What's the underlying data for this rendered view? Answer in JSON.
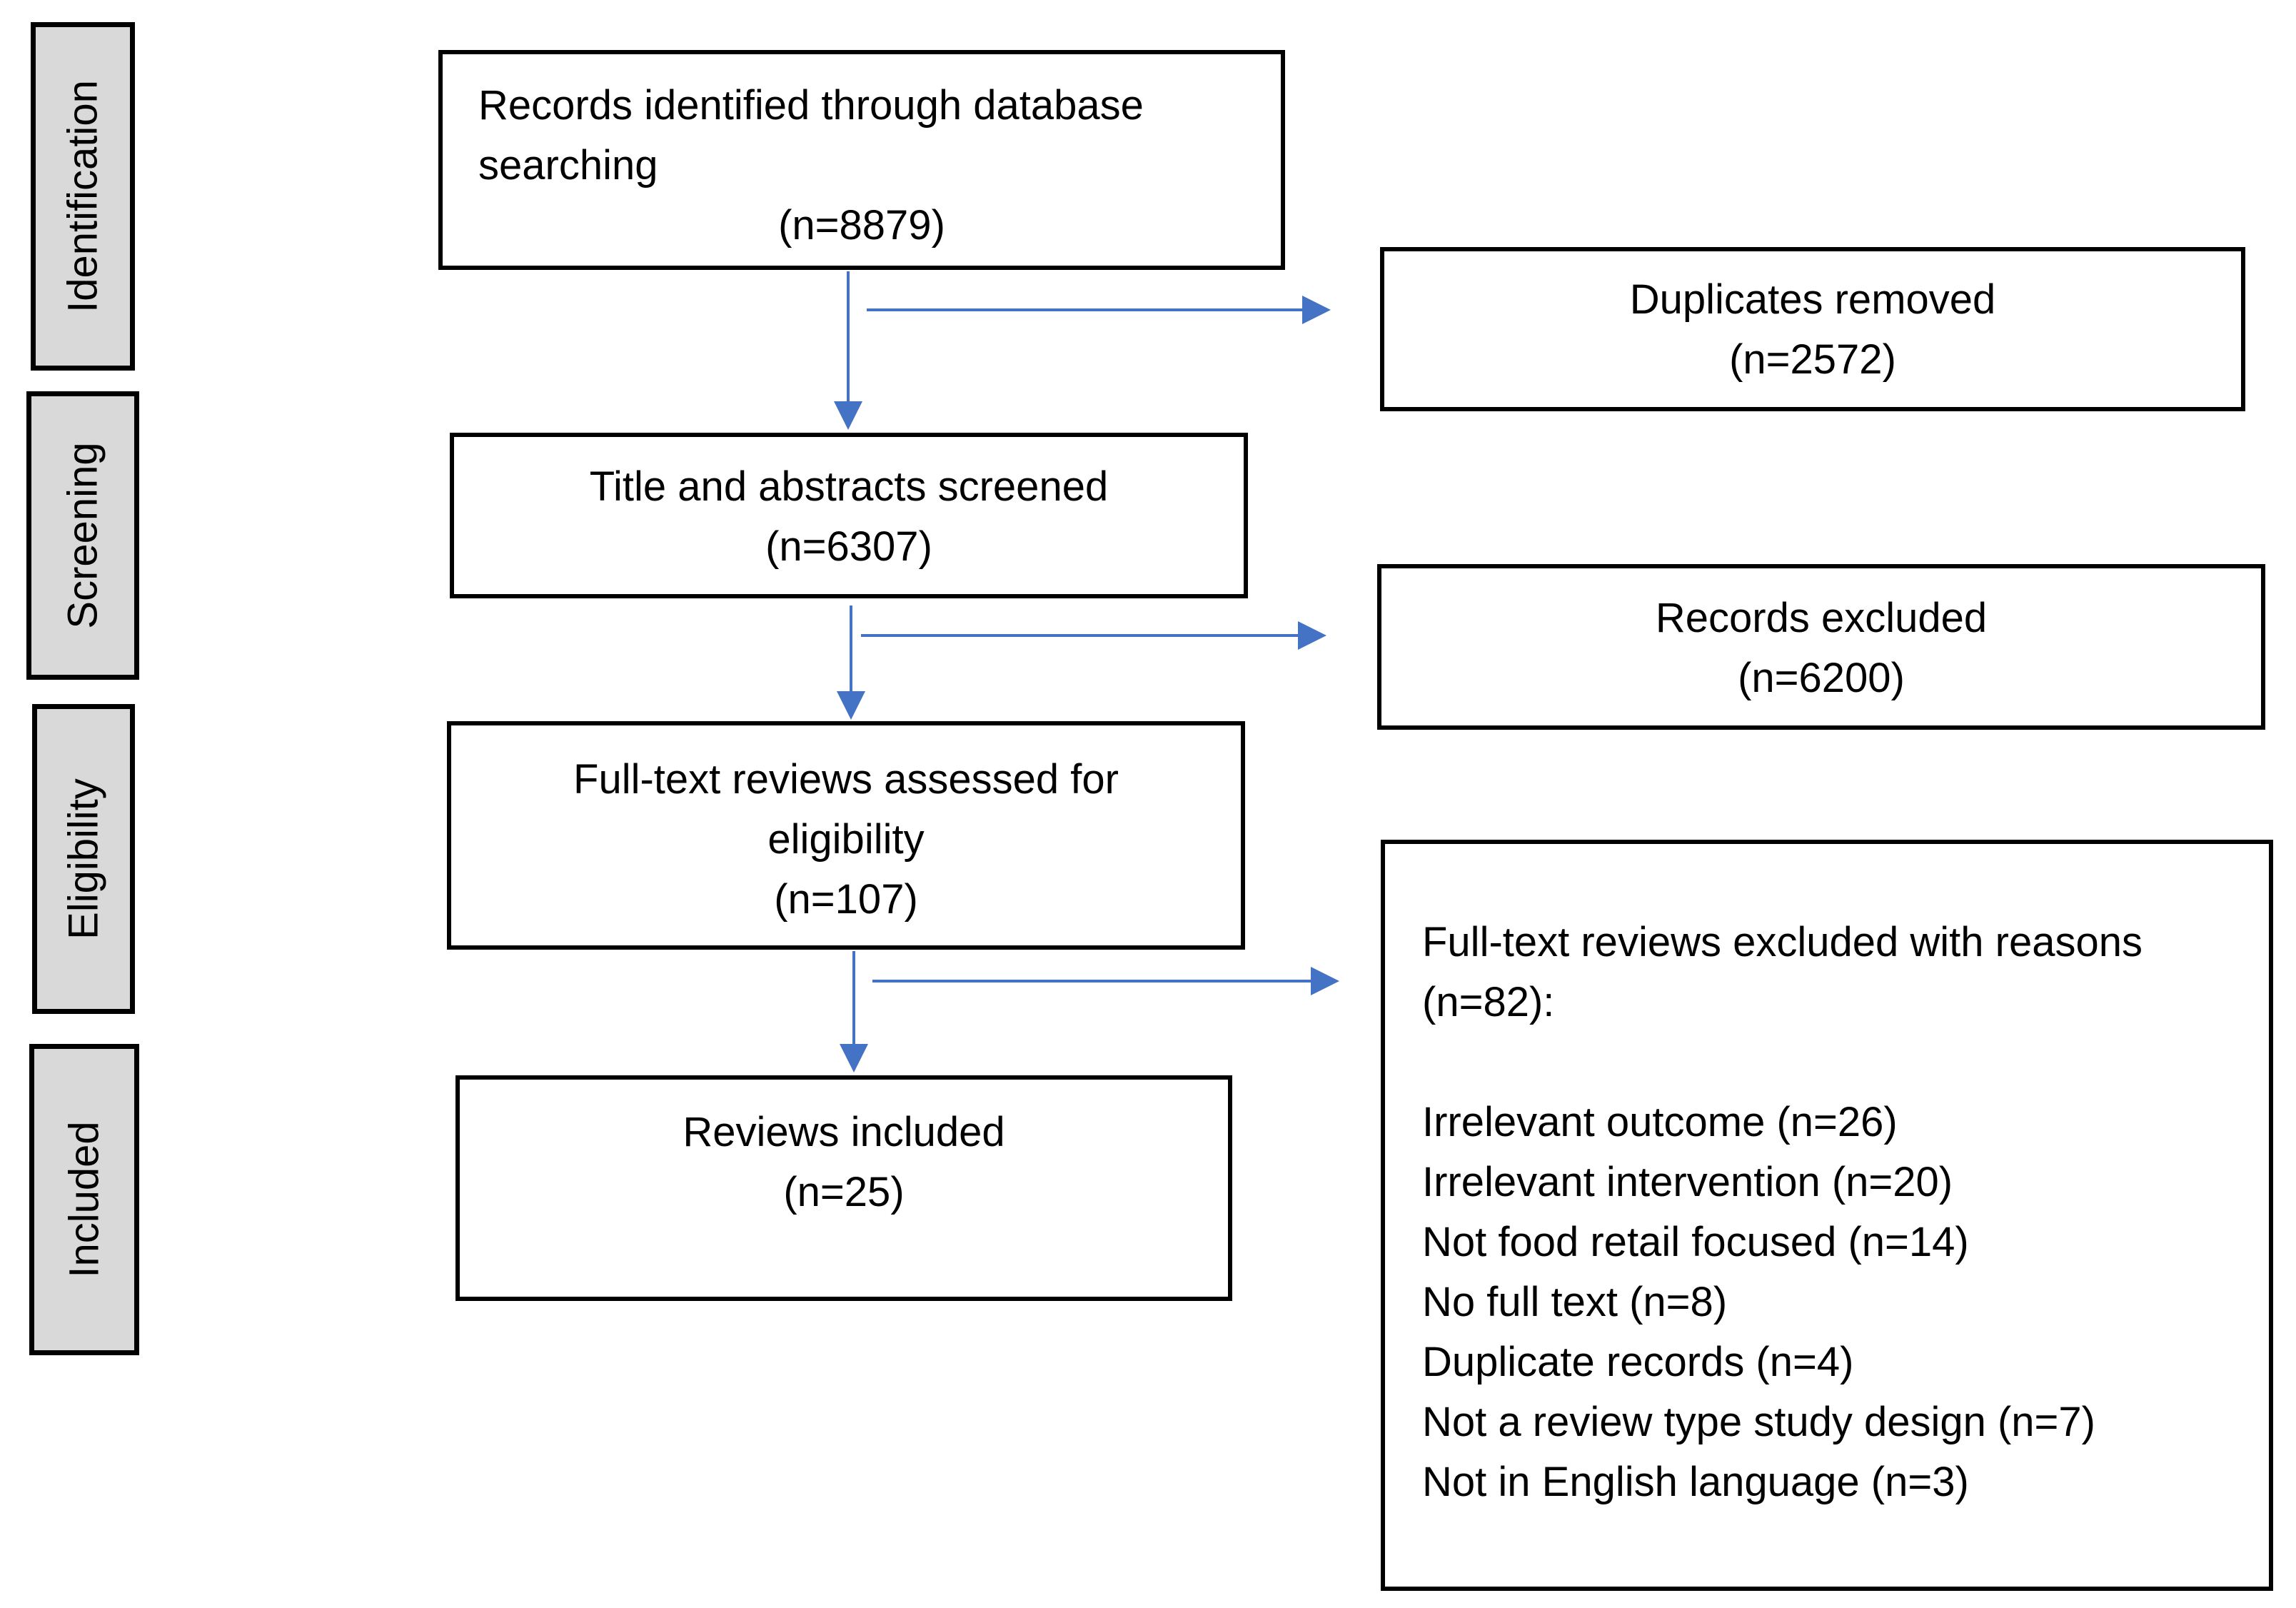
{
  "phases": {
    "identification": "Identification",
    "screening": "Screening",
    "eligibility": "Eligibility",
    "included": "Included"
  },
  "boxes": {
    "identified": {
      "line1": "Records identified through database",
      "line2": "searching",
      "count": "(n=8879)"
    },
    "duplicates": {
      "label": "Duplicates removed",
      "count": "(n=2572)"
    },
    "screened": {
      "label": "Title and abstracts screened",
      "count": "(n=6307)"
    },
    "excluded": {
      "label": "Records excluded",
      "count": "(n=6200)"
    },
    "fulltext": {
      "line1": "Full-text reviews assessed for",
      "line2": "eligibility",
      "count": "(n=107)"
    },
    "included": {
      "label": "Reviews included",
      "count": "(n=25)"
    },
    "fulltext_excluded": {
      "heading": "Full-text reviews excluded with reasons",
      "count": "(n=82):",
      "reasons": [
        "Irrelevant outcome (n=26)",
        "Irrelevant intervention (n=20)",
        "Not food retail focused (n=14)",
        "No full text (n=8)",
        "Duplicate records (n=4)",
        "Not a review type study design (n=7)",
        "Not in English language (n=3)"
      ]
    }
  },
  "colors": {
    "arrow": "#4472c4",
    "phase_fill": "#d9d9d9",
    "border": "#000000"
  }
}
